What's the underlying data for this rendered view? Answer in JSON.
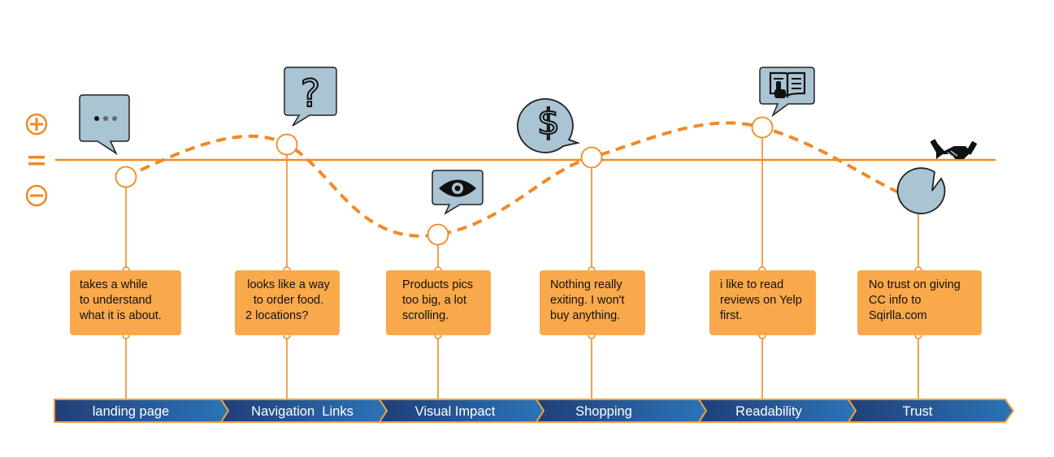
{
  "scale": {
    "positive_symbol": "+",
    "neutral_symbol": "=",
    "negative_symbol": "−"
  },
  "colors": {
    "orange": "#f08a24",
    "note_fill": "#f9a94b",
    "bubble_fill": "#a9c4d3",
    "stage_dark": "#1f3f78",
    "stage_light": "#2a74b8"
  },
  "steps": [
    {
      "stage": "landing page",
      "note_lines": [
        "takes a while",
        "to understand",
        "what it is about."
      ],
      "icon": "ellipsis-icon"
    },
    {
      "stage": "Navigation  Links",
      "note_lines": [
        "looks like a way",
        "to order food.",
        "2 locations?"
      ],
      "icon": "question-mark-icon"
    },
    {
      "stage": "Visual Impact",
      "note_lines": [
        "Products pics",
        "too big, a lot",
        "scrolling."
      ],
      "icon": "eye-icon"
    },
    {
      "stage": "Shopping",
      "note_lines": [
        "Nothing really",
        "exiting. I won't",
        "buy anything."
      ],
      "icon": "dollar-icon"
    },
    {
      "stage": "Readability",
      "note_lines": [
        "i like to read",
        "reviews on Yelp",
        "first."
      ],
      "icon": "book-pointer-icon"
    },
    {
      "stage": "Trust",
      "note_lines": [
        "No trust on giving",
        "CC info to",
        "Sqirlla.com"
      ],
      "icon": "handshake-icon"
    }
  ]
}
